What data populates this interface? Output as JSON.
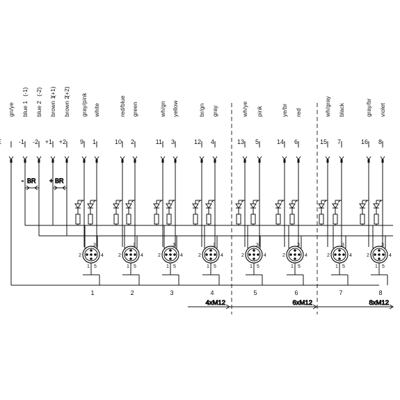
{
  "wires": [
    {
      "color": "gn/ye",
      "term": "PE"
    },
    {
      "color": "blue 1",
      "polarity": "(-1)",
      "term": "-1"
    },
    {
      "color": "blue 2",
      "polarity": "(-2)",
      "term": "-2"
    },
    {
      "color": "brown 1",
      "polarity": "(+1)",
      "term": "+1"
    },
    {
      "color": "brown 2",
      "polarity": "(+2)",
      "term": "+2"
    },
    {
      "color": "gray/pink",
      "term": "9"
    },
    {
      "color": "white",
      "term": "1"
    },
    {
      "color": "red/blue",
      "term": "10"
    },
    {
      "color": "green",
      "term": "2"
    },
    {
      "color": "wh/gn",
      "term": "11"
    },
    {
      "color": "yellow",
      "term": "3"
    },
    {
      "color": "br/gn",
      "term": "12"
    },
    {
      "color": "gray",
      "term": "4"
    },
    {
      "color": "wh/ye",
      "term": "13"
    },
    {
      "color": "pink",
      "term": "5"
    },
    {
      "color": "ye/br",
      "term": "14"
    },
    {
      "color": "red",
      "term": "6"
    },
    {
      "color": "wh/gray",
      "term": "15"
    },
    {
      "color": "black",
      "term": "7"
    },
    {
      "color": "gray/br",
      "term": "16"
    },
    {
      "color": "violet",
      "term": "8"
    }
  ],
  "bridges": [
    "BR",
    "BR"
  ],
  "connectors": [
    {
      "number": "1",
      "pins": [
        "1",
        "2",
        "3",
        "4",
        "5"
      ]
    },
    {
      "number": "2",
      "pins": [
        "1",
        "2",
        "3",
        "4",
        "5"
      ]
    },
    {
      "number": "3",
      "pins": [
        "1",
        "2",
        "3",
        "4",
        "5"
      ]
    },
    {
      "number": "4",
      "pins": [
        "1",
        "2",
        "3",
        "4",
        "5"
      ]
    },
    {
      "number": "5",
      "pins": [
        "1",
        "2",
        "3",
        "4",
        "5"
      ]
    },
    {
      "number": "6",
      "pins": [
        "1",
        "2",
        "3",
        "4",
        "5"
      ]
    },
    {
      "number": "7",
      "pins": [
        "1",
        "2",
        "3",
        "4",
        "5"
      ]
    },
    {
      "number": "8",
      "pins": [
        "1",
        "2",
        "3",
        "4",
        "5"
      ]
    }
  ],
  "groups": [
    {
      "label": "4xM12"
    },
    {
      "label": "6xM12"
    },
    {
      "label": "8xM12"
    }
  ],
  "colors": {
    "ink": "#111111",
    "background": "#ffffff"
  }
}
